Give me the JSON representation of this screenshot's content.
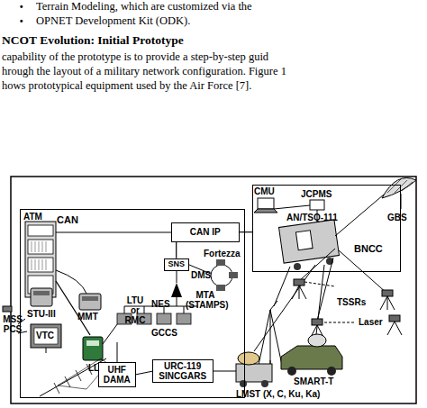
{
  "diagram": {
    "nodes": [
      {
        "text": [
          "CAN"
        ]
      },
      {
        "text": [
          "CAN IP"
        ],
        "in": 0
      },
      {
        "text": [
          "SNS"
        ],
        "in": 0
      },
      {
        "text": [
          "BNCC"
        ]
      },
      {
        "text": [
          "UHF DAMA"
        ],
        "in": 0
      },
      {
        "text": [
          "URC-119 SINCGARS"
        ],
        "in": 0
      }
    ],
    "edges": [
      {
        "from": 1,
        "to": 2,
        "arrow": "none"
      },
      {
        "from": 1,
        "to": 3,
        "arrow": "none"
      }
    ],
    "labels": [
      "•",
      "Terrain Modeling, which are customized via the",
      "•",
      "OPNET Development Kit (ODK).",
      "NCOT Evolution: Initial Prototype",
      "capability of the prototype is to provide a step-by-step guid",
      "hrough the layout of a military network configuration. Figure 1",
      "hows prototypical equipment used by the Air Force [7].",
      "ATM",
      "STU-III",
      "MMT",
      "VTC",
      "MSS PCS",
      "LTU or RMC",
      "LL",
      "NES",
      "DMS",
      "Fortezza",
      "MTA (STAMPS)",
      "GCCS",
      "CMU",
      "JCPMS",
      "AN/TSQ-111",
      "GBS",
      "TSSRs",
      "Laser",
      "SMART-T",
      "LMST (X, C, Ku, Ka)"
    ]
  }
}
